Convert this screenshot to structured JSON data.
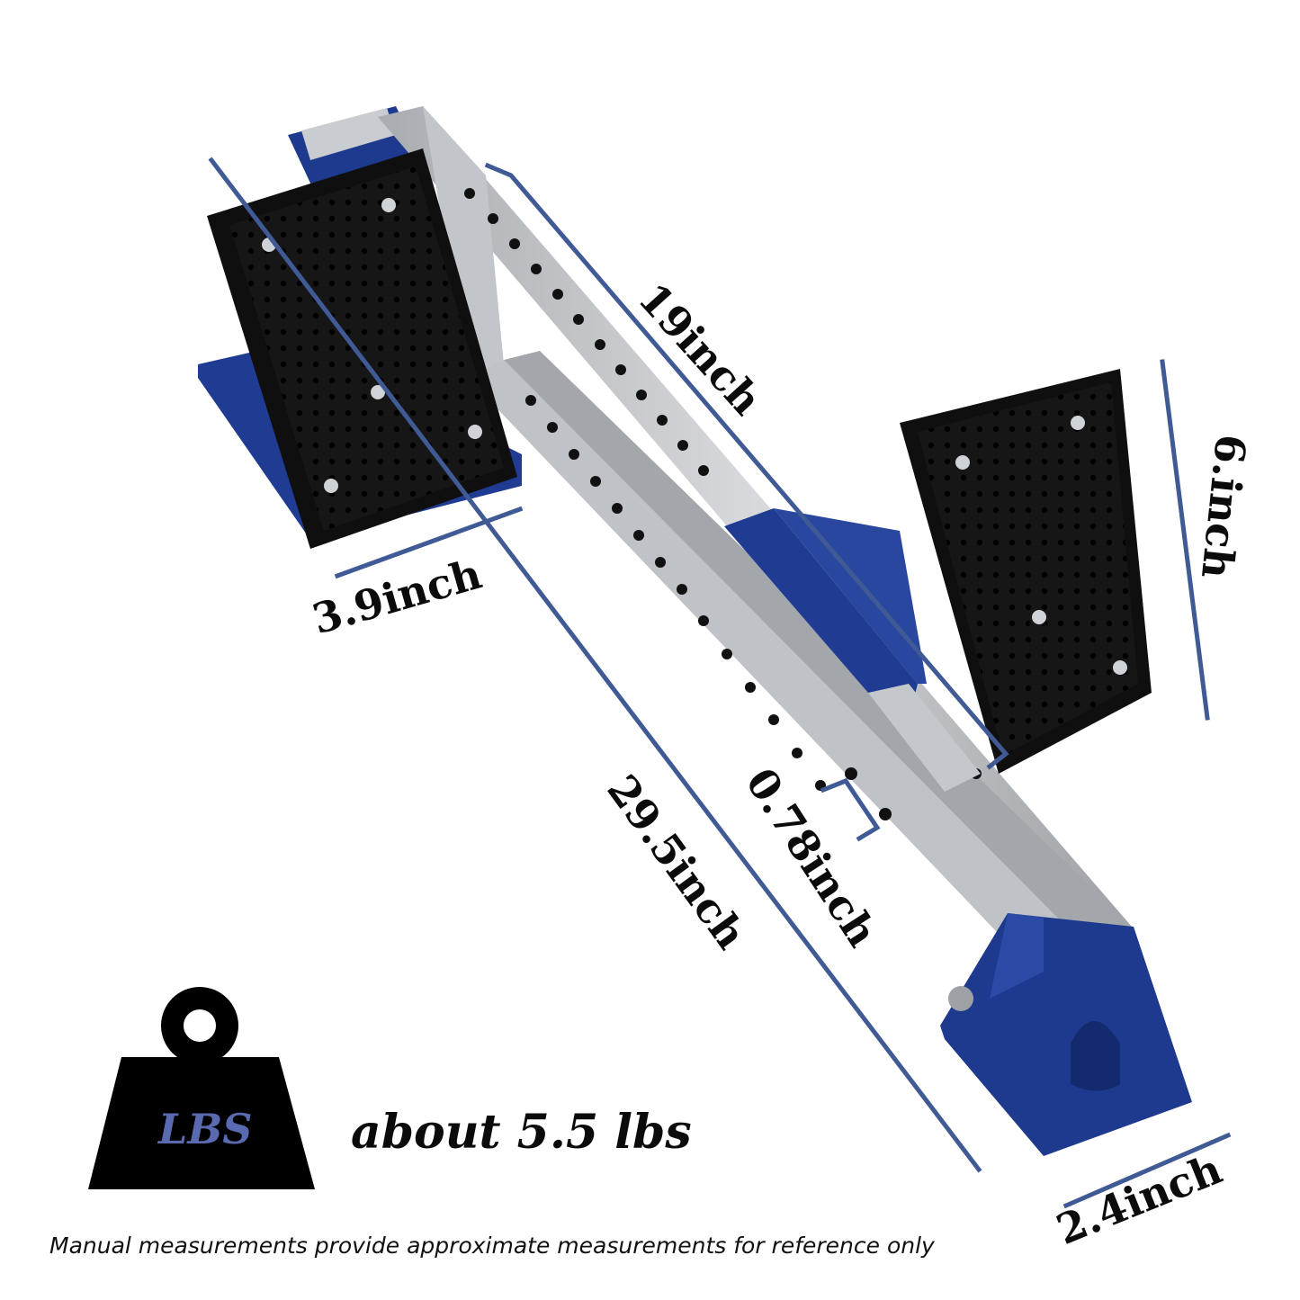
{
  "dimensions": {
    "length_19": "19inch",
    "height_6": "6.inch",
    "width_3_9": "3.9inch",
    "length_29_5": "29.5inch",
    "gap_0_78": "0.78inch",
    "width_2_4": "2.4inch"
  },
  "weight": {
    "badge": "LBS",
    "text": "about 5.5 lbs"
  },
  "footnote": "Manual measurements provide approximate measurements for reference only",
  "colors": {
    "frame_blue": "#1e3a8f",
    "dimension_line": "#3f5a94",
    "steel": "#b9bcc0",
    "pad": "#151515",
    "lbs_text": "#5a6ab0"
  }
}
